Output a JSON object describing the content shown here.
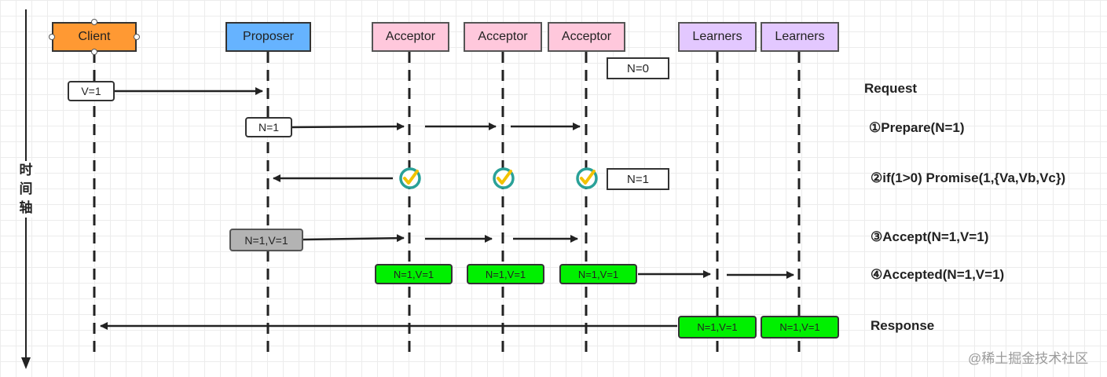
{
  "participants": {
    "client": "Client",
    "proposer": "Proposer",
    "acceptor_1": "Acceptor",
    "acceptor_2": "Acceptor",
    "acceptor_3": "Acceptor",
    "learner_1": "Learners",
    "learner_2": "Learners"
  },
  "messages": {
    "client_request": "V=1",
    "prepare": "N=1",
    "accept": "N=1,V=1",
    "accepted_1": "N=1,V=1",
    "accepted_2": "N=1,V=1",
    "accepted_3": "N=1,V=1",
    "response_1": "N=1,V=1",
    "response_2": "N=1,V=1"
  },
  "states": {
    "acceptor_initial": "N=0",
    "acceptor_promised": "N=1"
  },
  "steps": {
    "request": "Request",
    "prepare": "①Prepare(N=1)",
    "promise": "②if(1>0) Promise(1,{Va,Vb,Vc})",
    "accept": "③Accept(N=1,V=1)",
    "accepted": "④Accepted(N=1,V=1)",
    "response": "Response"
  },
  "time_axis": {
    "c1": "时",
    "c2": "间",
    "c3": "轴"
  },
  "watermark": "@稀土掘金技术社区",
  "icons": {
    "promise_mark": "checkmark-badge-icon"
  },
  "colors": {
    "client": "#ff9933",
    "proposer": "#66b3ff",
    "acceptor": "#ffc8dc",
    "learner": "#e3c8ff",
    "accepted_msg": "#00f000",
    "accept_msg": "#b3b3b3",
    "check_ring": "#2aa198",
    "check_mark": "#f2c200"
  }
}
